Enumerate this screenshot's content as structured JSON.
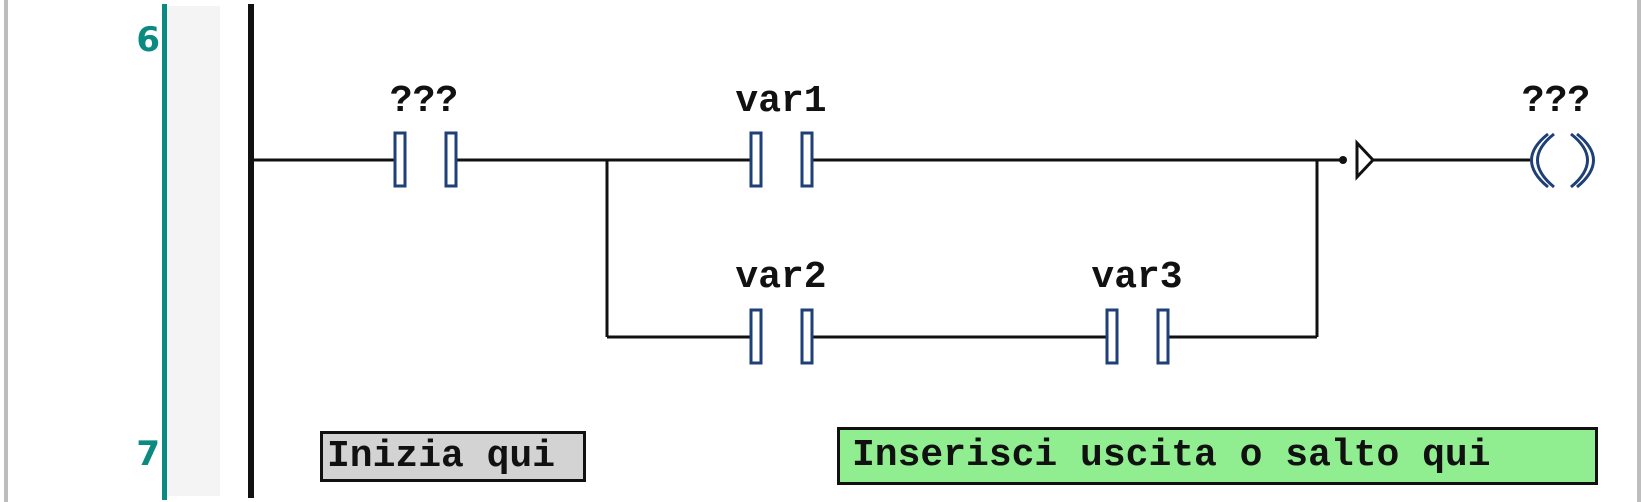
{
  "gutter": {
    "line_numbers": [
      "6",
      "7"
    ]
  },
  "rung": {
    "contacts": [
      {
        "name": "???"
      },
      {
        "name": "var1"
      },
      {
        "name": "var2"
      },
      {
        "name": "var3"
      }
    ],
    "coil": {
      "name": "???"
    }
  },
  "placeholders": {
    "start_label": "Inizia qui",
    "output_label": "Inserisci uscita o salto qui"
  },
  "colors": {
    "line_number": "#0a8a80",
    "element_outline": "#1f3f77",
    "wire": "#111111",
    "start_box": "#d3d3d3",
    "output_box": "#90ee90"
  },
  "icons": {
    "contact": "normally-open-contact-icon",
    "coil": "coil-icon",
    "output_arrow": "output-arrow-icon"
  }
}
